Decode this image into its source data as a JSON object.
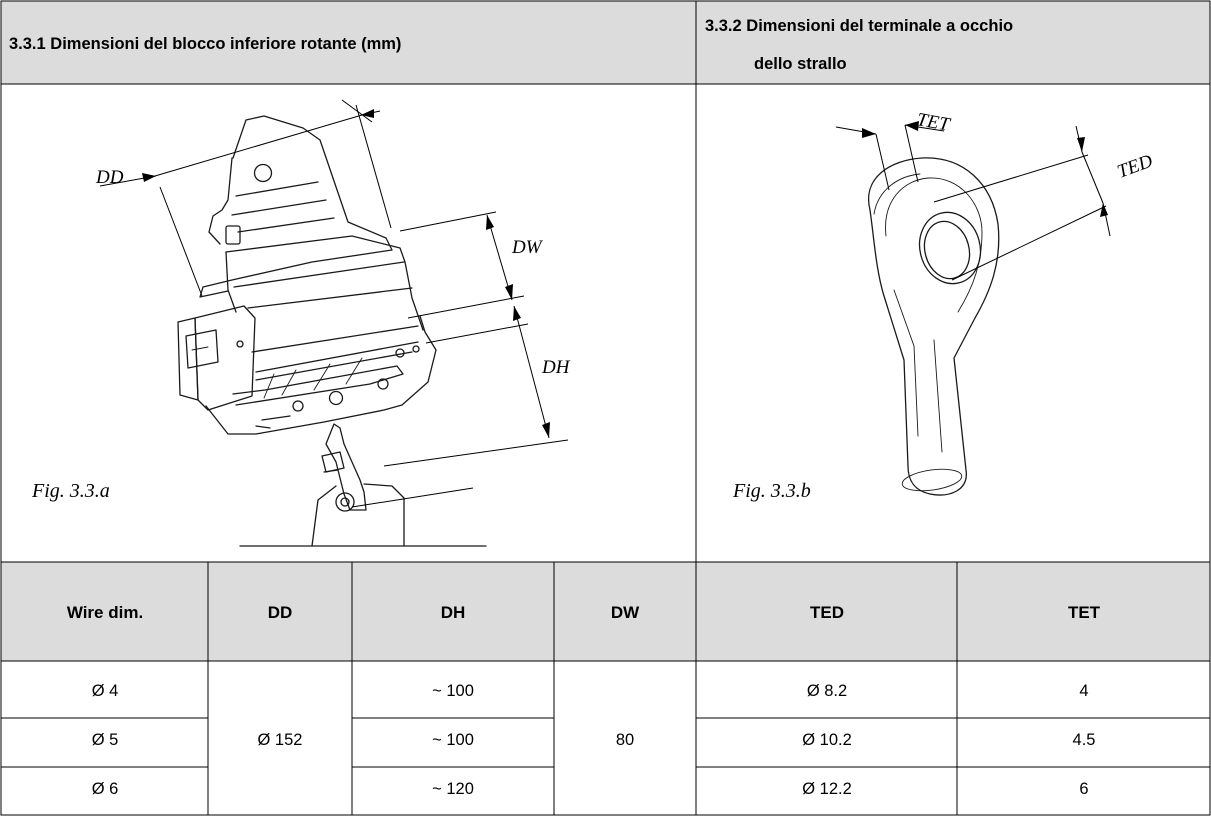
{
  "section_left": {
    "title": "3.3.1 Dimensioni del blocco inferiore rotante (mm)"
  },
  "section_right": {
    "title_line1": "3.3.2 Dimensioni del terminale a occhio",
    "title_line2": "dello strallo"
  },
  "figure_a": {
    "caption": "Fig. 3.3.a",
    "labels": {
      "dd": "DD",
      "dw": "DW",
      "dh": "DH"
    }
  },
  "figure_b": {
    "caption": "Fig. 3.3.b",
    "labels": {
      "tet": "TET",
      "ted": "TED"
    }
  },
  "table": {
    "headers": [
      "Wire dim.",
      "DD",
      "DH",
      "DW",
      "TED",
      "TET"
    ],
    "rows": [
      {
        "wire": "Ø 4",
        "dh": "~ 100",
        "ted": "Ø 8.2",
        "tet": "4"
      },
      {
        "wire": "Ø 5",
        "dh": "~ 100",
        "ted": "Ø 10.2",
        "tet": "4.5"
      },
      {
        "wire": "Ø 6",
        "dh": "~ 120",
        "ted": "Ø 12.2",
        "tet": "6"
      }
    ],
    "merged": {
      "dd": "Ø 152",
      "dw": "80"
    }
  },
  "colors": {
    "header_fill": "#dcdcdc",
    "border": "#000000"
  }
}
